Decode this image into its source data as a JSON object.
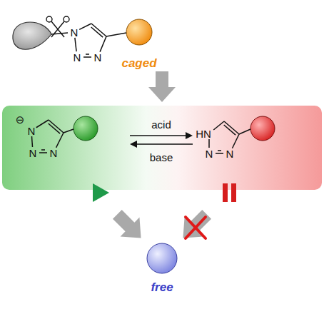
{
  "diagram": {
    "labels": [
      "caged",
      "N",
      "N",
      "N",
      "acid",
      "base",
      "⊖",
      "N",
      "N",
      "N",
      "HN",
      "N",
      "N",
      "free"
    ]
  }
}
